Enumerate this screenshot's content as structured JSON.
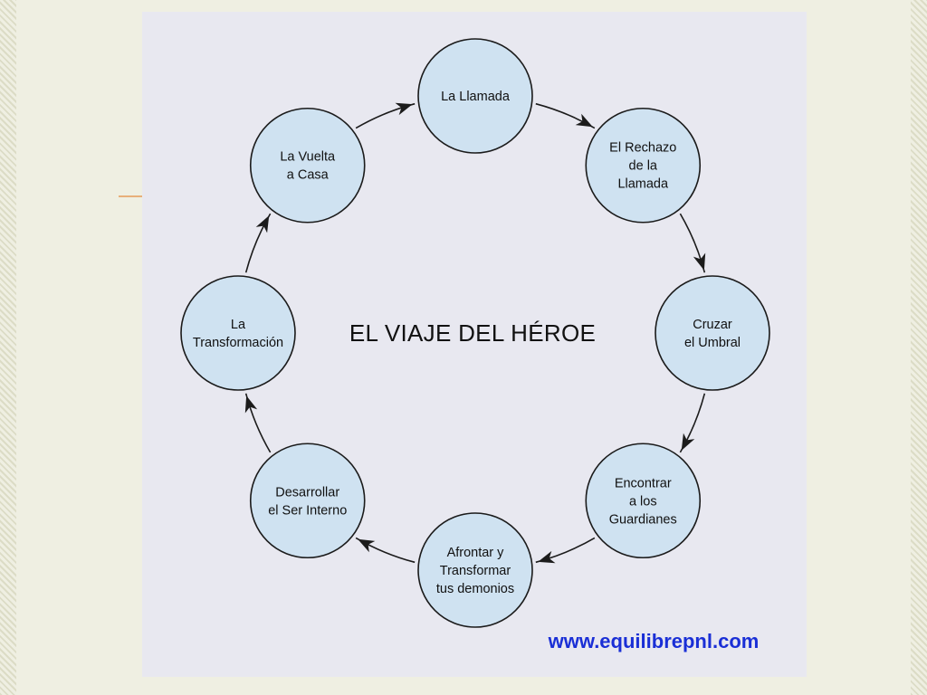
{
  "diagram": {
    "title": "EL VIAJE DEL HÉROE",
    "website": "www.equilibrepnl.com",
    "colors": {
      "node_fill": "#cfe2f1",
      "outline": "#1b1b1b",
      "link": "#1a2fd6",
      "panel": "#e8e8f0",
      "background": "#efefe2"
    },
    "stages": [
      {
        "lines": [
          "La Llamada"
        ]
      },
      {
        "lines": [
          "El Rechazo",
          "de la",
          "Llamada"
        ]
      },
      {
        "lines": [
          "Cruzar",
          "el Umbral"
        ]
      },
      {
        "lines": [
          "Encontrar",
          "a los",
          "Guardianes"
        ]
      },
      {
        "lines": [
          "Afrontar y",
          "Transformar",
          "tus demonios"
        ]
      },
      {
        "lines": [
          "Desarrollar",
          "el Ser Interno"
        ]
      },
      {
        "lines": [
          "La",
          "Transformación"
        ]
      },
      {
        "lines": [
          "La Vuelta",
          "a Casa"
        ]
      }
    ]
  }
}
